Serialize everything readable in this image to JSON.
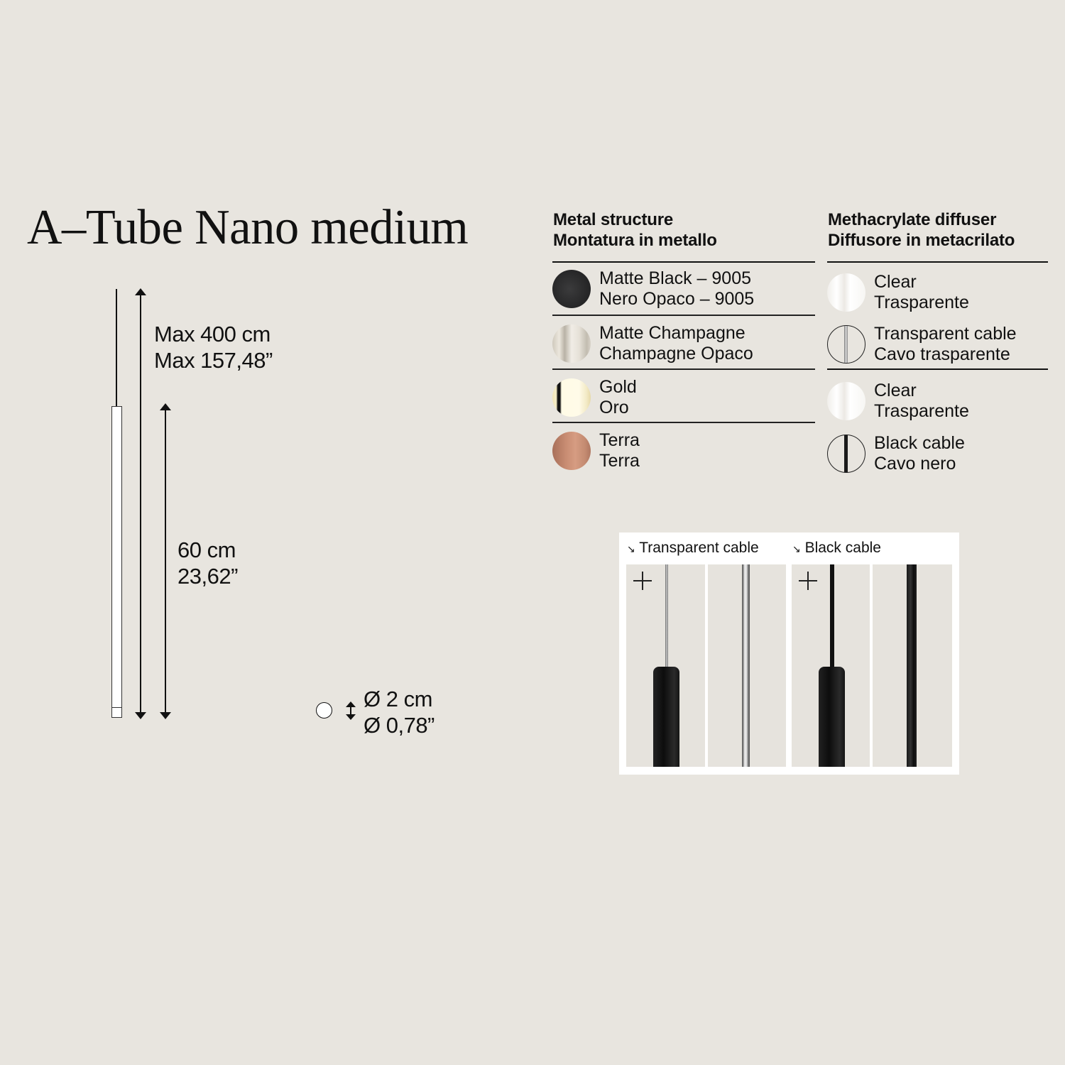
{
  "title": "A–Tube Nano medium",
  "dimensions": {
    "max_length_cm": "Max 400 cm",
    "max_length_in": "Max 157,48”",
    "body_length_cm": "60 cm",
    "body_length_in": "23,62”",
    "diameter_cm": "Ø 2 cm",
    "diameter_in": "Ø 0,78”"
  },
  "metal_structure": {
    "heading_en": "Metal structure",
    "heading_it": "Montatura in metallo",
    "finishes": [
      {
        "name_en": "Matte Black – 9005",
        "name_it": "Nero Opaco – 9005",
        "color": "#2f2f30"
      },
      {
        "name_en": "Matte Champagne",
        "name_it": "Champagne Opaco",
        "color": "#e3ddd2"
      },
      {
        "name_en": "Gold",
        "name_it": "Oro",
        "color": "#fffbe6"
      },
      {
        "name_en": "Terra",
        "name_it": "Terra",
        "color": "#c98a6f"
      }
    ]
  },
  "diffuser": {
    "heading_en": "Methacrylate diffuser",
    "heading_it": "Diffusore in metacrilato",
    "groups": [
      {
        "diffuser_en": "Clear",
        "diffuser_it": "Trasparente",
        "cable_en": "Transparent cable",
        "cable_it": "Cavo trasparente",
        "cable_color": "#9a9a9a"
      },
      {
        "diffuser_en": "Clear",
        "diffuser_it": "Trasparente",
        "cable_en": "Black cable",
        "cable_it": "Cavo nero",
        "cable_color": "#151515"
      }
    ]
  },
  "cable_preview": {
    "transparent_label": "Transparent cable",
    "black_label": "Black cable",
    "arrow_glyph": "↘"
  }
}
